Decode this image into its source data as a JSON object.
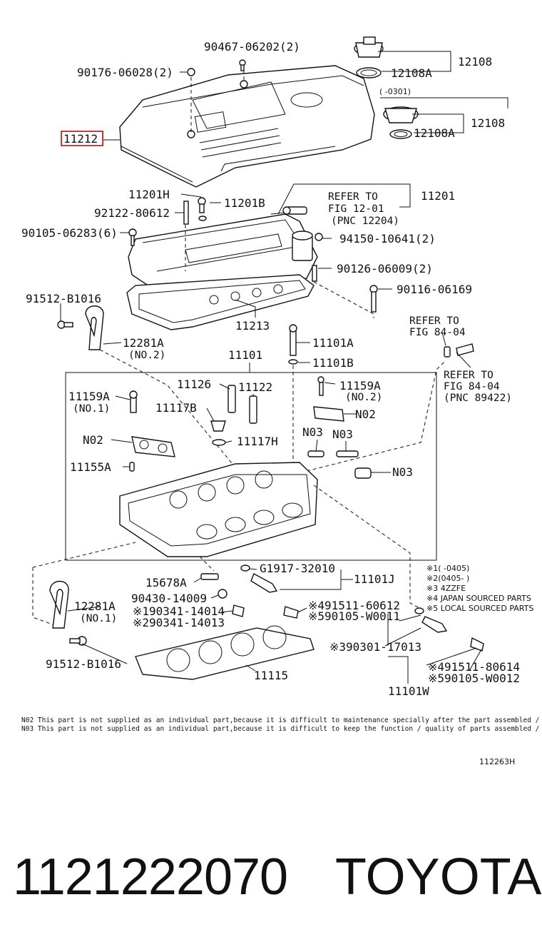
{
  "labels": {
    "l_90467": "90467-06202(2)",
    "l_90176": "90176-06028(2)",
    "l_12108_a": "12108",
    "l_12108A_a": "12108A",
    "l_0301": "(  -0301)",
    "l_12108_b": "12108",
    "l_12108A_b": "12108A",
    "l_11212": "11212",
    "l_11201H": "11201H",
    "l_11201B": "11201B",
    "l_refer1_a": "REFER TO",
    "l_refer1_b": "FIG 12-01",
    "l_refer1_c": "(PNC 12204)",
    "l_11201": "11201",
    "l_92122": "92122-80612",
    "l_90105_a": "90105-06283(6)",
    "l_94150": "94150-10641(2)",
    "l_90126": "90126-06009(2)",
    "l_90116": "90116-06169",
    "l_91512_a": "91512-B1016",
    "l_11213": "11213",
    "l_refer2_a": "REFER TO",
    "l_refer2_b": "FIG 84-04",
    "l_12281A_a": "12281A",
    "l_no2_a": "(NO.2)",
    "l_11101A": "11101A",
    "l_11101": "11101",
    "l_11101B": "11101B",
    "l_refer3_a": "REFER TO",
    "l_refer3_b": "FIG 84-04",
    "l_refer3_c": "(PNC 89422)",
    "l_11126": "11126",
    "l_11122": "11122",
    "l_11159A_a": "11159A",
    "l_no2_b": "(NO.2)",
    "l_11159A_b": "11159A",
    "l_no1_a": "(NO.1)",
    "l_11117B": "11117B",
    "l_N02_a": "N02",
    "l_N02_b": "N02",
    "l_11117H": "11117H",
    "l_N03_a": "N03",
    "l_N03_b": "N03",
    "l_11155A": "11155A",
    "l_N03_c": "N03",
    "l_note1": "※1(   -0405)",
    "l_note2": "※2(0405-   )",
    "l_note3": "※3 4ZZFE",
    "l_note4": "※4 JAPAN SOURCED PARTS",
    "l_note5": "※5 LOCAL SOURCED PARTS",
    "l_G1917": "G1917-32010",
    "l_11101J": "11101J",
    "l_15678A": "15678A",
    "l_12281A_b": "12281A",
    "l_no1_b": "(NO.1)",
    "l_90430": "90430-14009",
    "l_190341": "※190341-14014",
    "l_290341": "※290341-14013",
    "l_491511_a": "※491511-60612",
    "l_590105_a": "※590105-W0011",
    "l_390301": "※390301-17013",
    "l_491511_b": "※491511-80614",
    "l_590105_b": "※590105-W0012",
    "l_91512_b": "91512-B1016",
    "l_11115": "11115",
    "l_11101W": "11101W"
  },
  "notes": {
    "n02": "N02 This part is not supplied as an individual part,because it is difficult to maintenance specially after the part assembled / disassembled",
    "n03": "N03 This part is not supplied as an individual part,because it is difficult to keep the function / quality of parts assembled / disassembled"
  },
  "figure_code": "112263H",
  "part_number": "1121222070",
  "brand": "TOYOTA",
  "highlight_color": "#e03030"
}
